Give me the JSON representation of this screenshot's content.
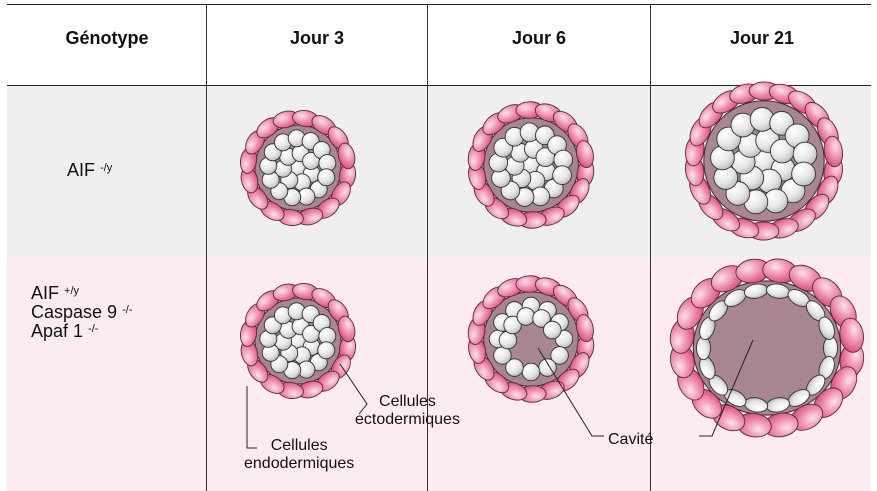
{
  "table": {
    "headers": [
      "Génotype",
      "Jour 3",
      "Jour 6",
      "Jour 21"
    ]
  },
  "rows": [
    {
      "genotype_lines": [
        {
          "name": "AIF",
          "sup": "-/y"
        }
      ]
    },
    {
      "genotype_lines": [
        {
          "name": "AIF",
          "sup": "+/y"
        },
        {
          "name": "Caspase 9",
          "sup": "-/-"
        },
        {
          "name": "Apaf 1",
          "sup": "-/-"
        }
      ]
    }
  ],
  "labels": {
    "ectoderm_line1": "Cellules",
    "ectoderm_line2": "ectodermiques",
    "endoderm_line1": "Cellules",
    "endoderm_line2": "endodermiques",
    "cavity": "Cavité"
  },
  "colors": {
    "row1_background": "#efefef",
    "row2_background": "#fdecef",
    "endoderm_cell": "#e8739a",
    "ectoderm_cell": "#e4e4e4",
    "cavity": "#a78593"
  }
}
